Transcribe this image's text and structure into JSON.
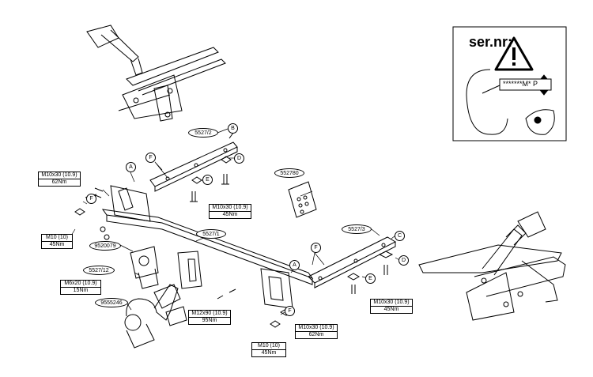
{
  "serial_panel": {
    "title": "ser.nr:",
    "code_text": "*******M* P",
    "warning_icon": "warning-triangle-icon",
    "eye_icon": "eye-icon"
  },
  "callouts": {
    "part_5527_2": "5527/2",
    "part_5527_1": "5527/1",
    "part_5527_3": "5527/3",
    "part_5527_12": "5527/12",
    "part_552780": "552780",
    "part_9520079": "9520079",
    "part_9555246": "9555246"
  },
  "letters": {
    "A1": "A",
    "A2": "A",
    "B": "B",
    "C": "C",
    "D1": "D",
    "D2": "D",
    "E1": "E",
    "E2": "E",
    "F1": "F",
    "F2": "F",
    "F3": "F",
    "F4": "F"
  },
  "torque_specs": {
    "m10x30_left": [
      "M10x30 (10.9)",
      "62Nm"
    ],
    "m10_left": [
      "M10 (10)",
      "45Nm"
    ],
    "m10x30_top": [
      "M10x30 (10.9)",
      "45Nm"
    ],
    "m6x20": [
      "M6x20 (10.9)",
      "15Nm"
    ],
    "m12x90": [
      "M12x90 (10.9)",
      "95Nm"
    ],
    "m10x30_right_62": [
      "M10x30 (10.9)",
      "62Nm"
    ],
    "m10_bottom": [
      "M10 (10)",
      "45Nm"
    ],
    "m10x30_right_45": [
      "M10x30 (10.9)",
      "45Nm"
    ]
  }
}
